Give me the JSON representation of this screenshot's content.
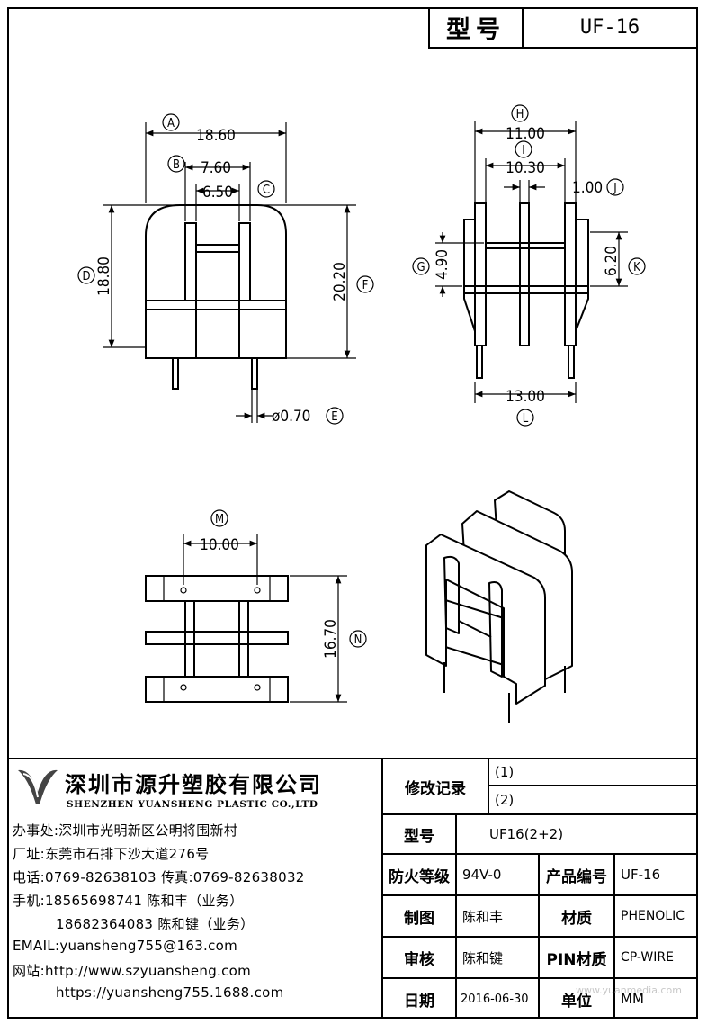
{
  "header": {
    "model_label": "型号",
    "model_value": "UF-16"
  },
  "drawing": {
    "front": {
      "A": {
        "tag": "A",
        "value": "18.60"
      },
      "B": {
        "tag": "B",
        "value": "7.60"
      },
      "C": {
        "tag": "C",
        "value": "6.50"
      },
      "D": {
        "tag": "D",
        "value": "18.80"
      },
      "E": {
        "tag": "E",
        "value": "ø0.70"
      },
      "F": {
        "tag": "F",
        "value": "20.20"
      }
    },
    "side": {
      "H": {
        "tag": "H",
        "value": "11.00"
      },
      "I": {
        "tag": "I",
        "value": "10.30"
      },
      "J": {
        "tag": "J",
        "value": "1.00"
      },
      "G": {
        "tag": "G",
        "value": "4.90"
      },
      "K": {
        "tag": "K",
        "value": "6.20"
      },
      "L": {
        "tag": "L",
        "value": "13.00"
      }
    },
    "bottom": {
      "M": {
        "tag": "M",
        "value": "10.00"
      },
      "N": {
        "tag": "N",
        "value": "16.70"
      }
    }
  },
  "company": {
    "name_cn": "深圳市源升塑胶有限公司",
    "name_en": "SHENZHEN YUANSHENG PLASTIC CO.,LTD",
    "office": "办事处:深圳市光明新区公明将围新村",
    "factory": "厂址:东莞市石排下沙大道276号",
    "phone": "电话:0769-82638103 传真:0769-82638032",
    "mobile1": "手机:18565698741 陈和丰（业务）",
    "mobile2": "18682364083 陈和键（业务）",
    "email": "EMAIL:yuansheng755@163.com",
    "website1": "网站:http://www.szyuansheng.com",
    "website2": "https://yuansheng755.1688.com"
  },
  "table": {
    "revision_label": "修改记录",
    "rev1": "(1)",
    "rev2": "(2)",
    "model_label": "型号",
    "model_value": "UF16(2+2)",
    "fire_label": "防火等级",
    "fire_value": "94V-0",
    "product_no_label": "产品编号",
    "product_no_value": "UF-16",
    "drawn_label": "制图",
    "drawn_value": "陈和丰",
    "material_label": "材质",
    "material_value": "PHENOLIC",
    "checked_label": "审核",
    "checked_value": "陈和键",
    "pin_label": "PIN材质",
    "pin_value": "CP-WIRE",
    "date_label": "日期",
    "date_value": "2016-06-30",
    "unit_label": "单位",
    "unit_value": "MM"
  },
  "watermark": "www.yuanmedia.com"
}
